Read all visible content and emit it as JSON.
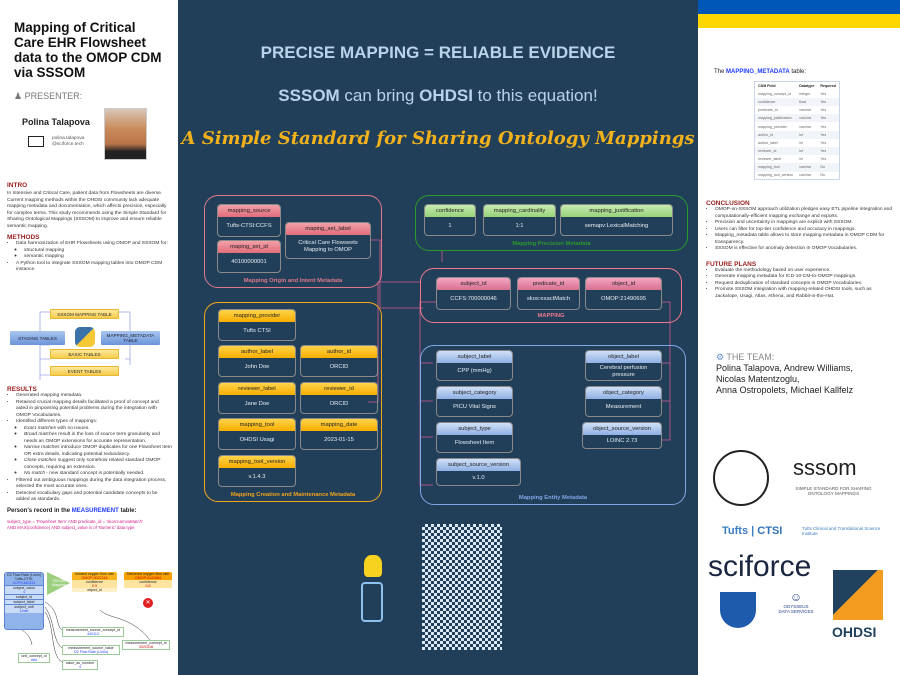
{
  "left": {
    "title": "Mapping of Critical Care EHR Flowsheet data to the OMOP CDM via SSSOM",
    "presenter_label": "PRESENTER:",
    "presenter_name": "Polina Talapova",
    "email_line1": "polina.talapova",
    "email_line2": "@sciforce.tech",
    "intro_heading": "INTRO",
    "intro_text": "In Intensive and Critical Care, patient data from Flowsheets are diverse. Current mapping methods within the OHDSI community lack adequate mapping metadata and documentation, which affects precision, especially for complex terms. This study recommends using the Simple Standard for Sharing Ontological Mappings (SSSOM) to improve and ensure reliable semantic mapping.",
    "methods_heading": "METHODS",
    "methods": [
      "Data harmonization of EHR Flowsheets using OMOP and SSSOM for:",
      "structural mapping",
      "semantic mapping",
      "A Python tool to integrate SSSOM mapping tables into OMOP CDM instance."
    ],
    "diagram": {
      "sssom": "SSSOM MAPPING TABLE",
      "staging": "STAGING TABLES",
      "mapping_meta": "MAPPING_METADATA TABLE",
      "basic": "BASIC TABLES",
      "event": "EVENT TABLES"
    },
    "results_heading": "RESULTS",
    "results": [
      "Generated mapping metadata.",
      "Retained crucial mapping details facilitated a proof of concept and aided in pinpointing potential problems during the integration with OMOP Vocabularies.",
      "Identified different types of mappings:"
    ],
    "mapping_types": [
      {
        "term": "Exact matches",
        "text": " with no issues."
      },
      {
        "term": "Broad matches",
        "text": " result in the loss of source term granularity and needs an OMOP extensions for accurate representation."
      },
      {
        "term": "Narrow matches",
        "text": " introduce OMOP duplicates for one Flowsheet Item OR extra details, indicating potential redundancy."
      },
      {
        "term": "Close matches",
        "text": " suggest only somehow related standard OMOP concepts, requiring an extension."
      },
      {
        "term": "No match",
        "text": " - new standard concept is potentially needed."
      }
    ],
    "results2": [
      "Filtered out ambiguous mappings during the data integration process, selected the most accurate ones.",
      "Detected vocabulary gaps and potential candidate concepts to be added as standards."
    ],
    "record_prefix": "Person's record in the ",
    "record_table": "MEASUREMENT",
    "record_suffix": " table:",
    "query_line1": "subject_type = 'Flowsheet Item' AND predicate_id = 'skos:narrowMatch'",
    "query_line2": "AND MAX(confidence) AND subject_value is of 'Numeric' data type",
    "mini": {
      "src_title": "O2 Flow Rate (L/min)",
      "src_sub": "Tufts-CTSI:",
      "src_code": "CCFS:440113",
      "src_fields": [
        {
          "k": "subject_value",
          "v": "4"
        },
        {
          "k": "subject_id",
          "v": ""
        },
        {
          "k": "subject_label",
          "v": ""
        },
        {
          "k": "subject_unit",
          "v": "L/min"
        }
      ],
      "arrow": "SSSOM Mapping",
      "t1_title": "Inhaled oxygen flow rate",
      "t1_sub": "OMOP:3022318",
      "t1_conf": "confidence",
      "t1_conf_v": "0.9",
      "t1_obj": "object_id",
      "t2_title": "Delivered oxygen flow rate",
      "t2_sub": "OMOP:4141684",
      "t2_conf": "confidence",
      "t2_conf_v": "0.8",
      "msc": "measurement_source_concept_id",
      "msc_v": "440113",
      "msv": "measurement_source_value",
      "msv_v": "O2 Flow Rate (L/min)",
      "mci": "measurement_concept_id",
      "mci_v": "3022318",
      "unit": "unit_concept_id",
      "unit_v": "###",
      "van": "value_as_number",
      "van_v": "4"
    }
  },
  "center": {
    "headline1": "PRECISE MAPPING = RELIABLE EVIDENCE",
    "headline2_a": "SSSOM",
    "headline2_b": " can bring ",
    "headline2_c": "OHDSI",
    "headline2_d": " to this equation!",
    "headline3": "A Simple Standard for Sharing Ontology Mappings",
    "groups": [
      {
        "caption": "Mapping Origin and Intent Metadata",
        "color": "#e0788a"
      },
      {
        "caption": "Mapping Precision Metadata",
        "color": "#2a9b2a"
      },
      {
        "caption": "MAPPING",
        "color": "#f07a8c"
      },
      {
        "caption": "Mapping Creation and Maintenance Metadata",
        "color": "#f3a51c"
      },
      {
        "caption": "Mapping Entity Metadata",
        "color": "#7fa7e6"
      }
    ],
    "boxes": [
      {
        "label": "mapping_source",
        "value": "Tufts-CTSI:CCFS",
        "style": "pink"
      },
      {
        "label": "maping_set_id",
        "value": "40100000001",
        "style": "pink"
      },
      {
        "label": "maping_set_label",
        "value": "Critical Care Flowseets Mapping to OMOP",
        "style": "pink"
      },
      {
        "label": "confidence",
        "value": "1",
        "style": "green"
      },
      {
        "label": "mapping_cardinality",
        "value": "1:1",
        "style": "green"
      },
      {
        "label": "mapping_justification",
        "value": "semapv:LexicalMatching",
        "style": "green"
      },
      {
        "label": "subject_id",
        "value": "CCFS:700000046",
        "style": "mag"
      },
      {
        "label": "predicate_id",
        "value": "skos:exactMatch",
        "style": "mag"
      },
      {
        "label": "object_id",
        "value": "OMOP:21490695",
        "style": "mag"
      },
      {
        "label": "mapping_provider",
        "value": "Tufts CTSI",
        "style": "orange"
      },
      {
        "label": "author_label",
        "value": "John Doe",
        "style": "orange"
      },
      {
        "label": "author_id",
        "value": "ORCID",
        "style": "orange"
      },
      {
        "label": "reviewer_label",
        "value": "Jane Doe",
        "style": "orange"
      },
      {
        "label": "reviewer_id",
        "value": "ORCID",
        "style": "orange"
      },
      {
        "label": "mapping_tool",
        "value": "OHDSI Usagi",
        "style": "orange"
      },
      {
        "label": "mapping_date",
        "value": "2023-01-15",
        "style": "orange"
      },
      {
        "label": "mapping_tool_version",
        "value": "v.1.4.3",
        "style": "orange"
      },
      {
        "label": "subject_label",
        "value": "CPP (mmHg)",
        "style": "blue"
      },
      {
        "label": "subject_category",
        "value": "PICU Vital Signs",
        "style": "blue"
      },
      {
        "label": "subject_type",
        "value": "Flowsheet Item",
        "style": "blue"
      },
      {
        "label": "subject_source_version",
        "value": "v.1.0",
        "style": "blue"
      },
      {
        "label": "object_label",
        "value": "Cerebral perfusion pressure",
        "style": "blue"
      },
      {
        "label": "object_category",
        "value": "Measurement",
        "style": "blue"
      },
      {
        "label": "object_source_version",
        "value": "LOINC 2.73",
        "style": "blue"
      }
    ]
  },
  "right": {
    "flag_colors": [
      "#0057b7",
      "#ffd700"
    ],
    "table_caption_prefix": "The ",
    "table_caption_name": "MAPPING_METADATA",
    "table_caption_suffix": " table:",
    "table_headers": [
      "CDM Field",
      "Datatype",
      "Required"
    ],
    "table_rows": [
      [
        "mapping_concept_id",
        "integer",
        "Yes"
      ],
      [
        "confidence",
        "float",
        "Yes"
      ],
      [
        "predicate_id",
        "varchar",
        "Yes"
      ],
      [
        "mapping_justification",
        "varchar",
        "Yes"
      ],
      [
        "mapping_provider",
        "varchar",
        "Yes"
      ],
      [
        "author_id",
        "int",
        "Yes"
      ],
      [
        "author_label",
        "int",
        "Yes"
      ],
      [
        "reviewer_id",
        "int",
        "Yes"
      ],
      [
        "reviewer_label",
        "int",
        "Yes"
      ],
      [
        "mapping_tool",
        "varchar",
        "No"
      ],
      [
        "mapping_tool_version",
        "varchar",
        "No"
      ]
    ],
    "conclusion_heading": "CONCLUSION",
    "conclusion": [
      "OMOP-on-SSSOM approach utilization pledges easy ETL pipeline integration and  computationally-efficient mapping exchange and exports.",
      "Precision and uncertainty in mappings are explicit with SSSOM.",
      "Users can filter for top-tier confidence and accuracy in mappings.",
      "Mapping_metadata table allows to store mapping metadata in OMOP CDM for transparency.",
      "SSSOM is effective for anomaly detection in OMOP Vocabularies."
    ],
    "future_heading": "FUTURE PLANS",
    "future": [
      "Evaluate the methodology based on user experience.",
      "Generate mapping metadata for ICD-10-CM-to-OMOP mappings.",
      "Request deduplication of standard concepts in OMOP Vocabularies.",
      "Promote SSSOM integration with mapping-related OHDSI tools, such as Jackalope, Usagi, Atlas, Athena, and Rabbit-in-the-Hat."
    ],
    "team_label": "THE TEAM:",
    "team_line1": "Polina Talapova,  Andrew Williams,",
    "team_line2": "Nicolas Matentzoglu,",
    "team_line3": "Anna Ostropolets, Michael Kallfelz",
    "logos": {
      "sssom": "sssom",
      "sssom_sub": "SIMPLE STANDARD FOR SHARING ONTOLOGY MAPPINGS",
      "tufts": "Tufts",
      "ctsi": "CTSI",
      "ctsi_sub": "Tufts Clinical and Translational Science Institute",
      "sciforce": "sciforce",
      "odysseus": "ODYSSEUS",
      "odysseus_sub": "DATA SERVICES",
      "ohdsi": "OHDSI"
    }
  }
}
